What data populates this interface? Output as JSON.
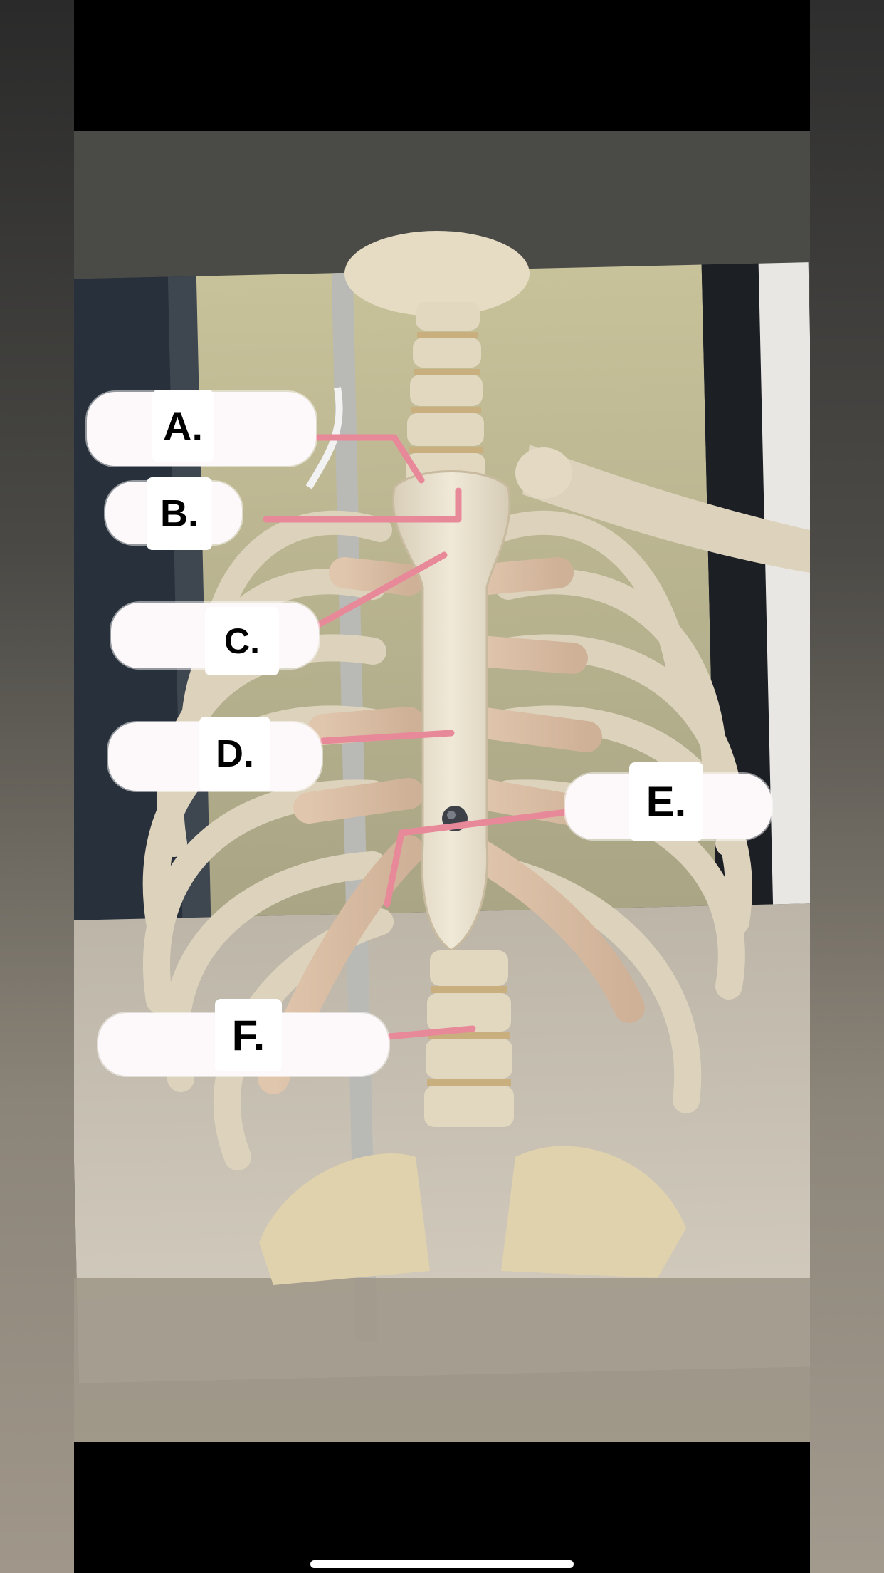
{
  "labels": {
    "a": "A.",
    "b": "B.",
    "c": "C.",
    "d": "D.",
    "e": "E.",
    "f": "F."
  },
  "colors": {
    "leader_line": "#e8899a",
    "label_background": "#fdf8f9",
    "bone": "#e8dfcc",
    "cartilage": "#d9bfa8"
  }
}
